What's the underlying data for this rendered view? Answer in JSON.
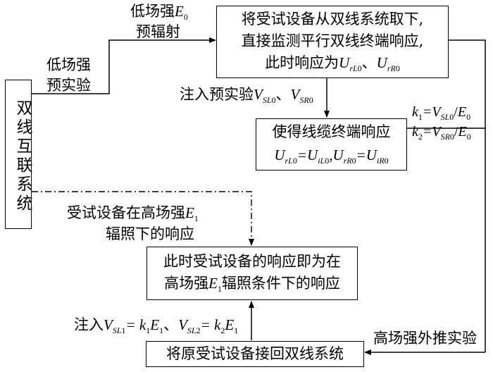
{
  "nodes": {
    "dual_line_system": "双线互联系统",
    "top_box": {
      "line1": "将受试设备从双线系统取下,",
      "line2": "直接监测平行双线终端响应,",
      "line3_prefix": "此时响应为",
      "line3_sep": "、"
    },
    "mid_box": {
      "line1": "使得线缆终端响应"
    },
    "result_box": {
      "line1": "此时受试设备的响应即为在",
      "line2_prefix": "高场强",
      "line2_suffix": "辐照条件下的响应"
    },
    "bottom_box": "将原受试设备接回双线系统"
  },
  "labels": {
    "low_field_pre": [
      "低场强",
      "预实验"
    ],
    "low_field_rad_prefix": "低场强",
    "low_field_rad_line2": "预辐射",
    "inject_pre_prefix": "注入预实验",
    "inject_pre_sep": "、",
    "k_ratio_sep": "/",
    "high_field_resp_line1_prefix": "受试设备在高场强",
    "high_field_resp_line2": "辐照下的响应",
    "inject_final_prefix": "注入",
    "inject_final_sep": "、",
    "high_field_extrap": "高场强外推实验"
  }
}
